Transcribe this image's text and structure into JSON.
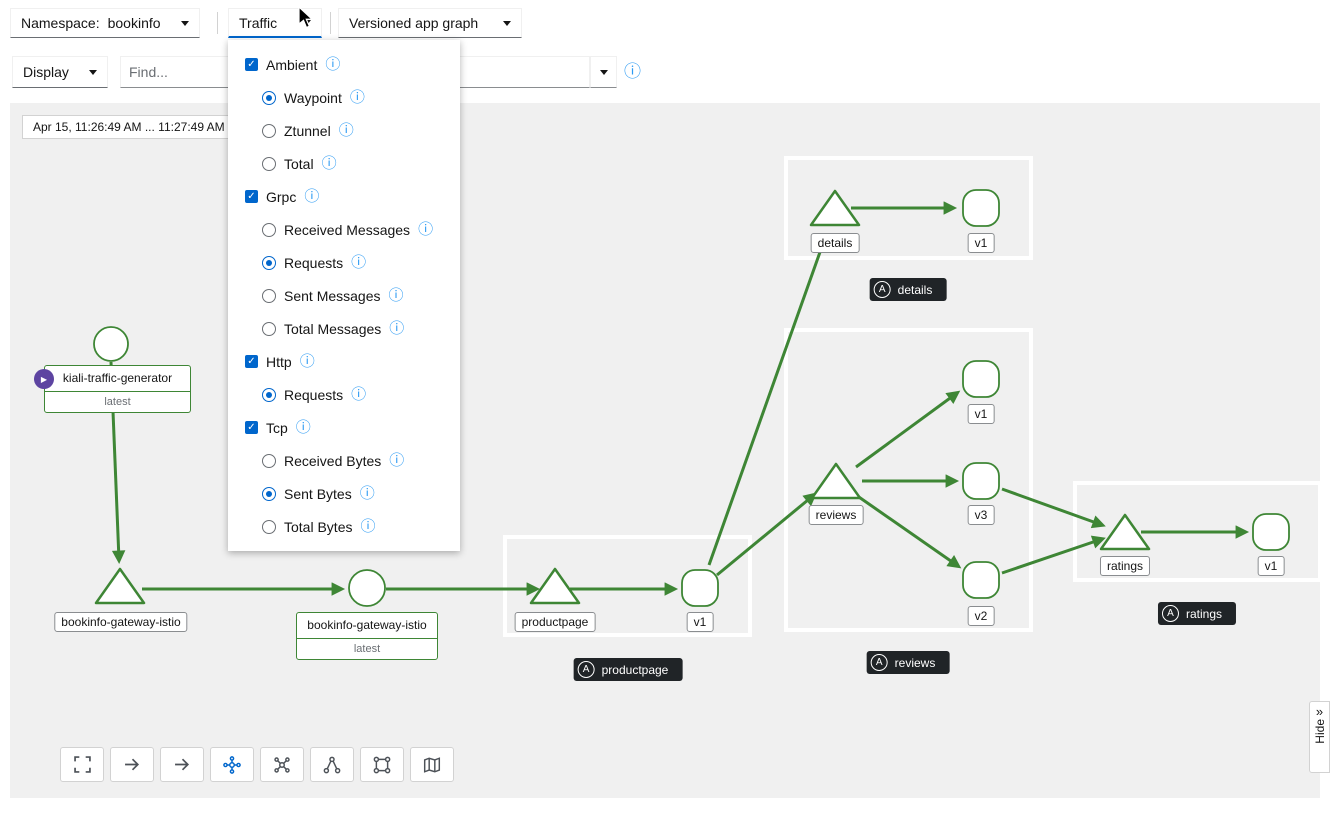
{
  "toolbar": {
    "namespace_label": "Namespace:",
    "namespace_value": "bookinfo",
    "traffic_label": "Traffic",
    "graph_type_label": "Versioned app graph",
    "display_label": "Display",
    "find_placeholder": "Find..."
  },
  "traffic_menu": {
    "sections": [
      {
        "label": "Ambient",
        "checked": true,
        "options": [
          {
            "label": "Waypoint",
            "selected": true
          },
          {
            "label": "Ztunnel",
            "selected": false
          },
          {
            "label": "Total",
            "selected": false
          }
        ]
      },
      {
        "label": "Grpc",
        "checked": true,
        "options": [
          {
            "label": "Received Messages",
            "selected": false
          },
          {
            "label": "Requests",
            "selected": true
          },
          {
            "label": "Sent Messages",
            "selected": false
          },
          {
            "label": "Total Messages",
            "selected": false
          }
        ]
      },
      {
        "label": "Http",
        "checked": true,
        "options": [
          {
            "label": "Requests",
            "selected": true
          }
        ]
      },
      {
        "label": "Tcp",
        "checked": true,
        "options": [
          {
            "label": "Received Bytes",
            "selected": false
          },
          {
            "label": "Sent Bytes",
            "selected": true
          },
          {
            "label": "Total Bytes",
            "selected": false
          }
        ]
      }
    ]
  },
  "graph": {
    "time_range_label": "Apr 15, 11:26:49 AM ... 11:27:49 AM",
    "nodes": {
      "traffic_generator": {
        "name": "kiali-traffic-generator",
        "version": "latest"
      },
      "gateway": {
        "name": "bookinfo-gateway-istio",
        "version": "latest"
      },
      "gateway_label": "bookinfo-gateway-istio",
      "productpage_label": "productpage",
      "details_label": "details",
      "reviews_label": "reviews",
      "ratings_label": "ratings",
      "v1": "v1",
      "v2": "v2",
      "v3": "v3"
    },
    "app_badges": {
      "letter": "A",
      "productpage": "productpage",
      "details": "details",
      "reviews": "reviews",
      "ratings": "ratings"
    }
  },
  "hide_tab": {
    "label": "Hide"
  },
  "icons": {
    "check": "✓",
    "info": "ⓘ",
    "chevrons_right": "»",
    "root_arrow": "▶"
  },
  "colors": {
    "edge_green": "#3e8635",
    "active_blue": "#0066cc",
    "info_blue": "#2b9af3",
    "badge_dark": "#202427",
    "graph_bg": "#f0f0f0"
  }
}
